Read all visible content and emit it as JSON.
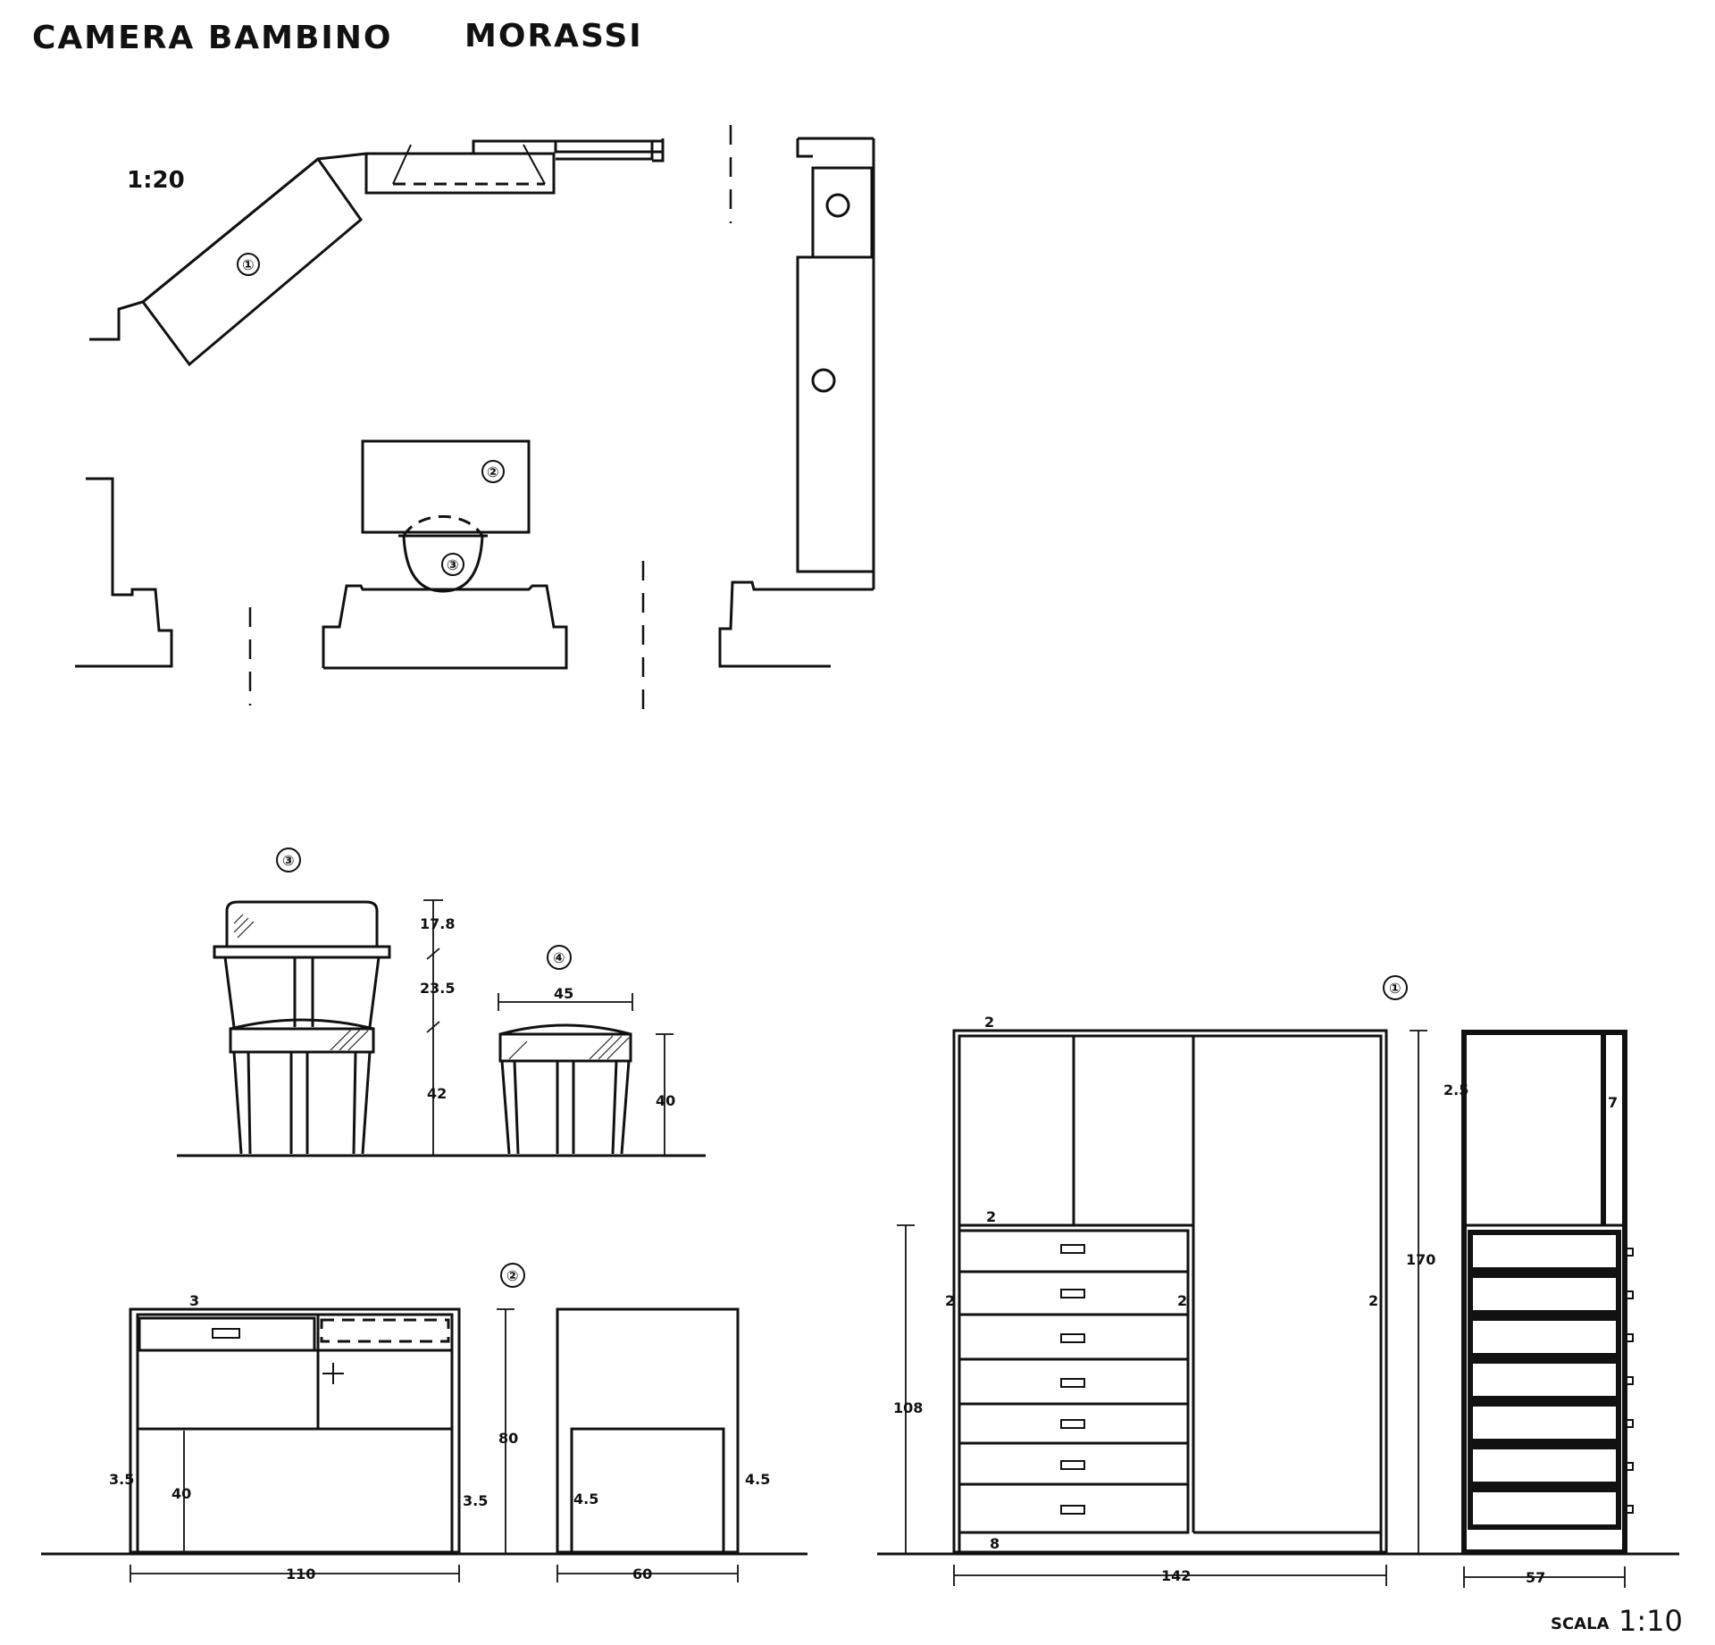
{
  "header": {
    "title": "CAMERA BAMBINO",
    "author": "MORASSI"
  },
  "plan": {
    "scale": "1:20",
    "markers": [
      "①",
      "②",
      "③"
    ]
  },
  "chair": {
    "marker": "③",
    "dims": [
      "17.8",
      "23.5",
      "42"
    ]
  },
  "stool": {
    "marker": "④",
    "dims": [
      "45",
      "40"
    ]
  },
  "desk": {
    "marker": "②",
    "dims": {
      "top": "3",
      "side_left": "3.5",
      "side_right": "3.5",
      "knee": "40",
      "height": "80",
      "width": "110",
      "side_inner_left": "4.5",
      "side_inner_right": "4.5",
      "depth": "60"
    }
  },
  "wardrobe": {
    "marker": "①",
    "dims": {
      "top": "2",
      "shelf": "2",
      "left": "2",
      "mid": "2",
      "right": "2",
      "base": "8",
      "lower_height": "108",
      "height": "170",
      "width": "142",
      "side_left": "2.5",
      "side_right": "7",
      "depth": "57"
    }
  },
  "footer": {
    "scale_label": "SCALA",
    "scale_value": "1:10"
  }
}
